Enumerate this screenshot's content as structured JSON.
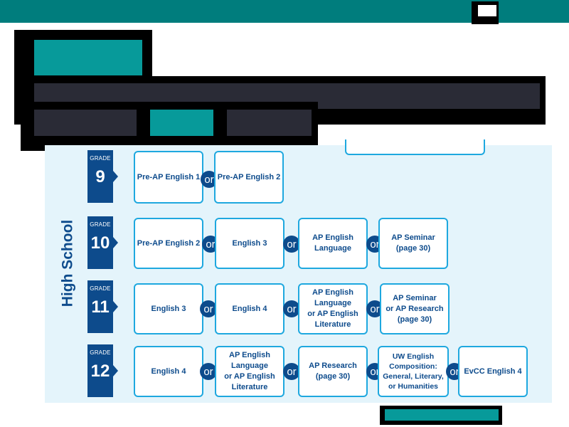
{
  "section_label": "High School",
  "grades": [
    {
      "label": "GRADE",
      "number": "9",
      "courses": [
        "Pre-AP English 1",
        "Pre-AP English 2"
      ]
    },
    {
      "label": "GRADE",
      "number": "10",
      "courses": [
        "Pre-AP English 2",
        "English 3",
        "AP English\nLanguage",
        "AP Seminar\n(page 30)"
      ]
    },
    {
      "label": "GRADE",
      "number": "11",
      "courses": [
        "English 3",
        "English 4",
        "AP English\nLanguage\nor AP English\nLiterature",
        "AP Seminar\nor AP Research\n(page 30)"
      ]
    },
    {
      "label": "GRADE",
      "number": "12",
      "courses": [
        "English 4",
        "AP English\nLanguage\nor AP English\nLiterature",
        "AP Research\n(page 30)",
        "UW English\nComposition:\nGeneral, Literary,\nor Humanities",
        "EvCC English 4"
      ]
    }
  ],
  "connector": "or",
  "colors": {
    "navy": "#0d4b8c",
    "accent_blue": "#1ea8df",
    "teal": "#079a9a",
    "panel": "#e4f4fb"
  }
}
